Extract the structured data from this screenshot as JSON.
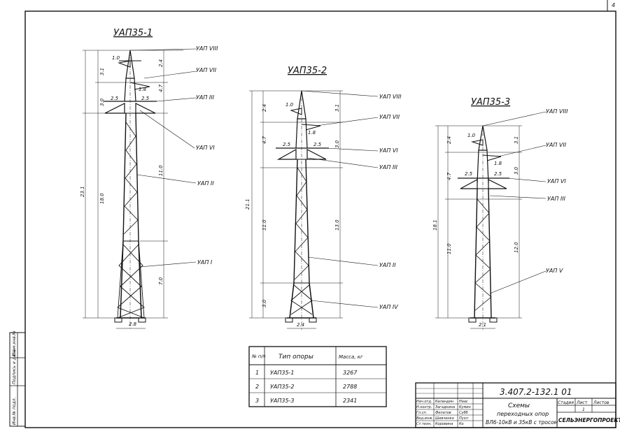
{
  "sheet": {
    "page_number": "4",
    "code": "3.407.2-132.1 01",
    "title_lines": [
      "Схемы",
      "переходных опор",
      "ВЛ6-10кВ и 35кВ с тросом"
    ],
    "stadia_label": "Стадия",
    "list_label": "Лист",
    "listov_label": "Листов",
    "list_value": "1",
    "org": "СЕЛЬЭНЕРГОПРОЕКТ",
    "stamp_rows": [
      [
        "Нач.отд.",
        "Каландин",
        "Наас"
      ],
      [
        "Н.контр.",
        "Загадкина",
        "Кумин"
      ],
      [
        "Гл.сп.",
        "Филатов",
        "Субб"
      ],
      [
        "Вед.инж.",
        "Шевченко",
        "Пухл"
      ],
      [
        "Ст.техн.",
        "Коровина",
        "Ко"
      ]
    ],
    "side_stamp": [
      "Инв.№ подл.",
      "Подпись и дата",
      "Взам.инв.№"
    ]
  },
  "towers": {
    "t1": {
      "name": "УАП35-1",
      "labels": [
        "УАП VIII",
        "УАП VII",
        "УАП III",
        "УАП VI",
        "УАП II",
        "УАП I"
      ],
      "dims": {
        "top": "1.0",
        "cross": "1.8",
        "arm_l": "2.5",
        "arm_r": "2.5",
        "base": "2.8"
      },
      "vdims": [
        "3.1",
        "3.0",
        "18.0",
        "23.1",
        "11.0",
        "7.0",
        "2.4",
        "4.7"
      ]
    },
    "t2": {
      "name": "УАП35-2",
      "labels": [
        "УАП VIII",
        "УАП VII",
        "УАП VI",
        "УАП III",
        "УАП II",
        "УАП IV"
      ],
      "dims": {
        "top": "1.0",
        "cross": "1.8",
        "arm_l": "2.5",
        "arm_r": "2.5",
        "base": "2.4"
      },
      "vdims": [
        "2.4",
        "4.7",
        "11.0",
        "21.1",
        "3.0",
        "3.1",
        "3.0",
        "13.0"
      ]
    },
    "t3": {
      "name": "УАП35-3",
      "labels": [
        "УАП VIII",
        "УАП VII",
        "УАП VI",
        "УАП III",
        "УАП V"
      ],
      "dims": {
        "top": "1.0",
        "cross": "1.8",
        "arm_l": "2.5",
        "arm_r": "2.5",
        "base": "2.1"
      },
      "vdims": [
        "2.4",
        "4.7",
        "11.0",
        "18.1",
        "3.1",
        "3.0",
        "12.0"
      ]
    }
  },
  "table": {
    "headers": [
      "№ п/п",
      "Тип опоры",
      "Масса, кг"
    ],
    "rows": [
      [
        "1",
        "УАП35-1",
        "3267"
      ],
      [
        "2",
        "УАП35-2",
        "2788"
      ],
      [
        "3",
        "УАП35-3",
        "2341"
      ]
    ]
  }
}
